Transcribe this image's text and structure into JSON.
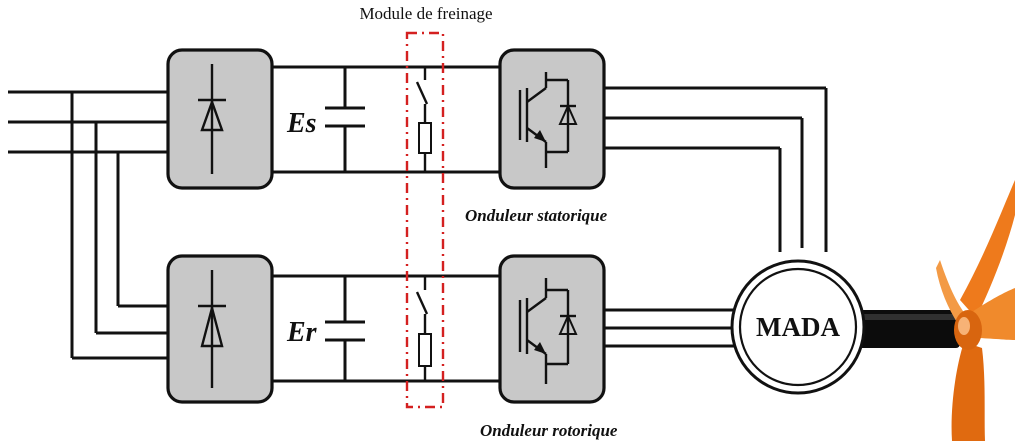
{
  "braking_module": {
    "label": "Module de freinage"
  },
  "dc_links": [
    {
      "voltage_label": "Es"
    },
    {
      "voltage_label": "Er"
    }
  ],
  "inverters": [
    {
      "label": "Onduleur statorique"
    },
    {
      "label": "Onduleur rotorique"
    }
  ],
  "machine": {
    "label": "MADA"
  },
  "colors": {
    "line": "#111111",
    "block_fill": "#c8c8c8",
    "braking_frame": "#d42020",
    "turbine": "#ee7a1c",
    "shaft": "#0c0c0c"
  }
}
